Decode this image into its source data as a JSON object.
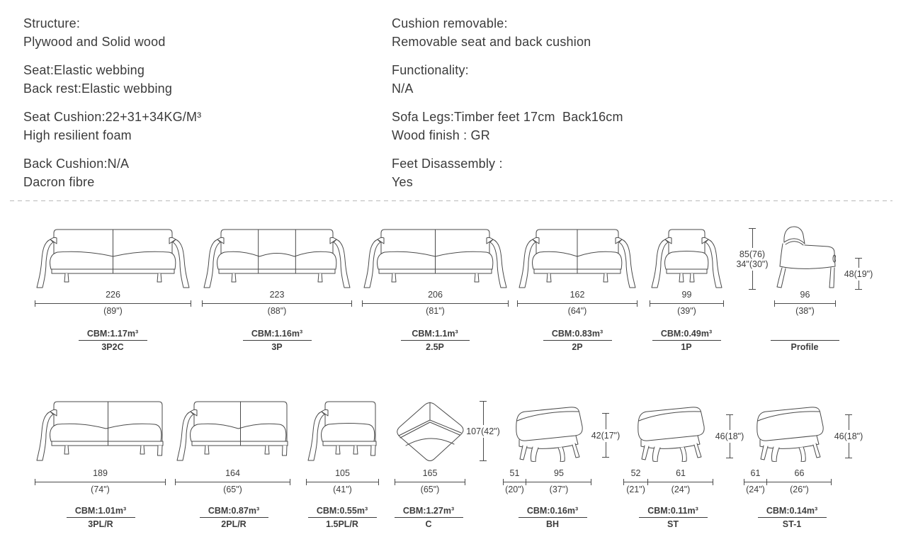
{
  "specs": {
    "left": [
      {
        "id": "structure",
        "lines": [
          "Structure:",
          "Plywood and Solid wood"
        ]
      },
      {
        "id": "seat",
        "lines": [
          "Seat:Elastic webbing",
          "Back rest:Elastic webbing"
        ]
      },
      {
        "id": "seat-cushion",
        "lines": [
          "Seat Cushion:22+31+34KG/M³",
          "High resilient foam"
        ]
      },
      {
        "id": "back-cushion",
        "lines": [
          "Back Cushion:N/A",
          "Dacron fibre"
        ]
      }
    ],
    "right": [
      {
        "id": "cushion-removable",
        "lines": [
          "Cushion removable:",
          "Removable seat and back cushion"
        ]
      },
      {
        "id": "functionality",
        "lines": [
          "Functionality:",
          "N/A"
        ]
      },
      {
        "id": "sofa-legs",
        "lines": [
          "Sofa Legs:Timber feet 17cm  Back16cm",
          "Wood finish : GR"
        ]
      },
      {
        "id": "feet-disassembly",
        "lines": [
          "Feet Disassembly :",
          "Yes"
        ]
      }
    ]
  },
  "colors": {
    "ink": "#3b3b3b",
    "line": "#4a4a4a",
    "divider": "#b9b9b9"
  },
  "products": [
    {
      "id": "3p2c",
      "name": "3P2C",
      "cbm": "CBM:1.17m³",
      "dims": [
        {
          "value": "226",
          "inches": "(89\")"
        }
      ],
      "drawing": {
        "kind": "sofa",
        "seats": 2,
        "arms": "both"
      }
    },
    {
      "id": "3p",
      "name": "3P",
      "cbm": "CBM:1.16m³",
      "dims": [
        {
          "value": "223",
          "inches": "(88\")"
        }
      ],
      "drawing": {
        "kind": "sofa",
        "seats": 3,
        "arms": "both"
      }
    },
    {
      "id": "2_5p",
      "name": "2.5P",
      "cbm": "CBM:1.1m³",
      "dims": [
        {
          "value": "206",
          "inches": "(81\")"
        }
      ],
      "drawing": {
        "kind": "sofa",
        "seats": 2,
        "arms": "both"
      }
    },
    {
      "id": "2p",
      "name": "2P",
      "cbm": "CBM:0.83m³",
      "dims": [
        {
          "value": "162",
          "inches": "(64\")"
        }
      ],
      "drawing": {
        "kind": "sofa",
        "seats": 2,
        "arms": "both"
      }
    },
    {
      "id": "1p",
      "name": "1P",
      "cbm": "CBM:0.49m³",
      "dims": [
        {
          "value": "99",
          "inches": "(39\")"
        }
      ],
      "drawing": {
        "kind": "sofa",
        "seats": 1,
        "arms": "both"
      }
    },
    {
      "id": "profile",
      "name": "Profile",
      "cbm": "",
      "dims": [
        {
          "value": "96",
          "inches": "(38\")"
        }
      ],
      "drawing": {
        "kind": "profile"
      }
    },
    {
      "id": "3plr",
      "name": "3PL/R",
      "cbm": "CBM:1.01m³",
      "dims": [
        {
          "value": "189",
          "inches": "(74\")"
        }
      ],
      "drawing": {
        "kind": "sofa",
        "seats": 2,
        "arms": "left"
      }
    },
    {
      "id": "2plr",
      "name": "2PL/R",
      "cbm": "CBM:0.87m³",
      "dims": [
        {
          "value": "164",
          "inches": "(65\")"
        }
      ],
      "drawing": {
        "kind": "sofa",
        "seats": 2,
        "arms": "left"
      }
    },
    {
      "id": "1_5plr",
      "name": "1.5PL/R",
      "cbm": "CBM:0.55m³",
      "dims": [
        {
          "value": "105",
          "inches": "(41\")"
        }
      ],
      "drawing": {
        "kind": "sofa",
        "seats": 1,
        "arms": "left"
      }
    },
    {
      "id": "c",
      "name": "C",
      "cbm": "CBM:1.27m³",
      "dims": [
        {
          "value": "165",
          "inches": "(65\")"
        }
      ],
      "drawing": {
        "kind": "corner"
      }
    },
    {
      "id": "bh",
      "name": "BH",
      "cbm": "CBM:0.16m³",
      "dims": [
        {
          "value": "51",
          "inches": "(20\")"
        },
        {
          "value": "95",
          "inches": "(37\")"
        }
      ],
      "drawing": {
        "kind": "ottoman"
      }
    },
    {
      "id": "st",
      "name": "ST",
      "cbm": "CBM:0.11m³",
      "dims": [
        {
          "value": "52",
          "inches": "(21\")"
        },
        {
          "value": "61",
          "inches": "(24\")"
        }
      ],
      "drawing": {
        "kind": "ottoman"
      }
    },
    {
      "id": "st1",
      "name": "ST-1",
      "cbm": "CBM:0.14m³",
      "dims": [
        {
          "value": "61",
          "inches": "(24\")"
        },
        {
          "value": "66",
          "inches": "(26\")"
        }
      ],
      "drawing": {
        "kind": "ottoman"
      }
    }
  ],
  "vertical_dims": [
    {
      "id": "sofa-overall-height",
      "lines": [
        "85(76)",
        "34\"(30\")"
      ]
    },
    {
      "id": "profile-seat-height",
      "lines": [
        "48(19\")"
      ]
    },
    {
      "id": "corner-height",
      "lines": [
        "107(42\")"
      ]
    },
    {
      "id": "bh-height",
      "lines": [
        "42(17\")"
      ]
    },
    {
      "id": "st-height",
      "lines": [
        "46(18\")"
      ]
    },
    {
      "id": "st1-height",
      "lines": [
        "46(18\")"
      ]
    }
  ]
}
